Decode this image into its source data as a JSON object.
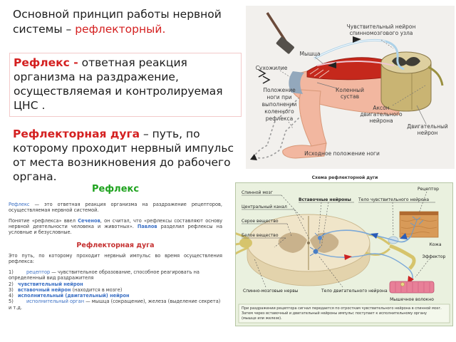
{
  "colors": {
    "accent_red": "#d42020",
    "green_title": "#1fa31f",
    "red_title": "#c53030",
    "blue_term": "#3a6fc4"
  },
  "intro": {
    "black": "Основной принцип работы нервной системы – ",
    "red": "рефлекторный."
  },
  "reflex_def": {
    "term": "Рефлекс -",
    "rest": " ответная реакция организма на раздражение, осуществляемая и контролируемая ЦНС ."
  },
  "arc_def": {
    "term": "Рефлекторная дуга",
    "rest": " – путь, по которому проходит нервный импульс от места возникновения до рабочего органа."
  },
  "mini": {
    "title_reflex": "Рефлекс",
    "p1": {
      "term": "Рефлекс",
      "rest": " — это ответная реакция организма на раздражение рецепторов, осуществляемая нервной системой."
    },
    "p2": {
      "a": "Понятие «рефлекса» ввел ",
      "sechenov": "Сеченов",
      "b": ", он считал, что «рефлексы составляют основу нервной деятельности человека и животных». ",
      "pavlov": "Павлов",
      "c": " разделил рефлексы на условные и безусловные."
    },
    "title_arc": "Рефлекторная дуга",
    "arc_intro": "Это путь, по которому проходит нервный импульс во время осуществления рефлекса:",
    "items": [
      {
        "num": "1)",
        "term": "рецептор",
        "rest": " — чувствительное образование, способное реагировать на определенный вид раздражителя"
      },
      {
        "num": "2)",
        "term": "чувствительный нейрон",
        "rest": ""
      },
      {
        "num": "3)",
        "term": "вставочный нейрон",
        "rest": " (находится в мозге)"
      },
      {
        "num": "4)",
        "term": "исполнительный (двигательный) нейрон",
        "rest": ""
      },
      {
        "num": "5)",
        "term": "исполнительный орган",
        "rest": " — мышца (сокращение), железа (выделение секрета) и т.д."
      }
    ]
  },
  "knee": {
    "sensory": [
      "Чувствительный нейрон",
      "спинномозгового узла"
    ],
    "muscle": "Мышца",
    "tendon": "Сухожилие",
    "position": [
      "Положение",
      "ноги при",
      "выполнении",
      "коленного",
      "рефлекса"
    ],
    "joint": [
      "Коленный",
      "сустав"
    ],
    "axon": [
      "Аксон",
      "двигательного",
      "нейрона"
    ],
    "motor": [
      "Двигательный",
      "нейрон"
    ],
    "initial": "Исходное положение ноги"
  },
  "arc": {
    "title": "Схема рефлекторной дуги",
    "spinal_cord": "Спинной мозг",
    "central_canal": "Центральный канал",
    "gray_matter": "Серое вещество",
    "white_matter": "Белое вещество",
    "interneurons": "Вставочные нейроны",
    "sensory_body": "Тело чувствительного нейрона",
    "receptor": "Рецептор",
    "skin": "Кожа",
    "effector": "Эффектор",
    "spinal_nerves": "Спинно-мозговые нервы",
    "motor_body": "Тело двигательного нейрона",
    "muscle_fiber": "Мышечное волокно",
    "caption": [
      "При раздражении рецептора сигнал передается по отросткам чувствительного нейрона в спинной мозг.",
      "Затем через вставочный и двигательный нейроны импульс поступает к исполнительному органу",
      "(мышце или железе)."
    ]
  }
}
